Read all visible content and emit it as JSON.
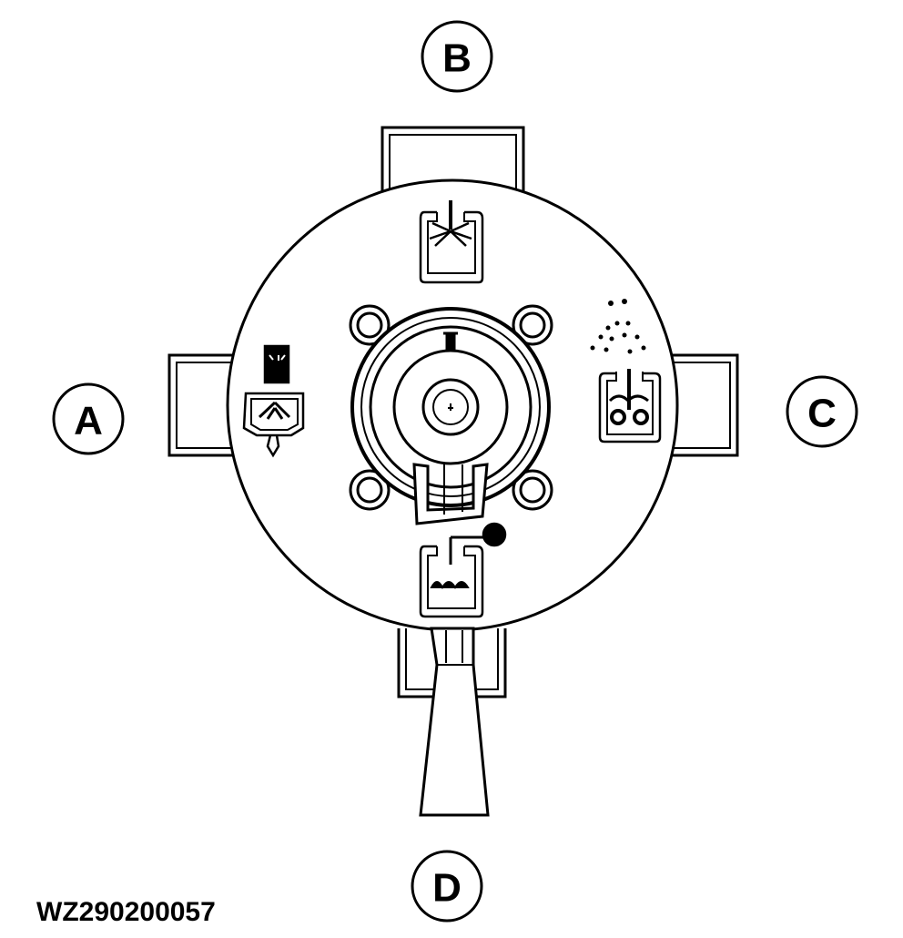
{
  "diagram": {
    "callouts": [
      {
        "id": "A",
        "label": "A"
      },
      {
        "id": "B",
        "label": "B"
      },
      {
        "id": "C",
        "label": "C"
      },
      {
        "id": "D",
        "label": "D"
      }
    ],
    "figure_code": "WZ290200057",
    "icons": {
      "top": "tank-rinse-nozzle-icon",
      "left": "fill-inductor-icon",
      "right": "spray-agitate-icon",
      "bottom": "tank-drain-icon"
    },
    "colors": {
      "line": "#000000",
      "background": "#ffffff"
    }
  }
}
